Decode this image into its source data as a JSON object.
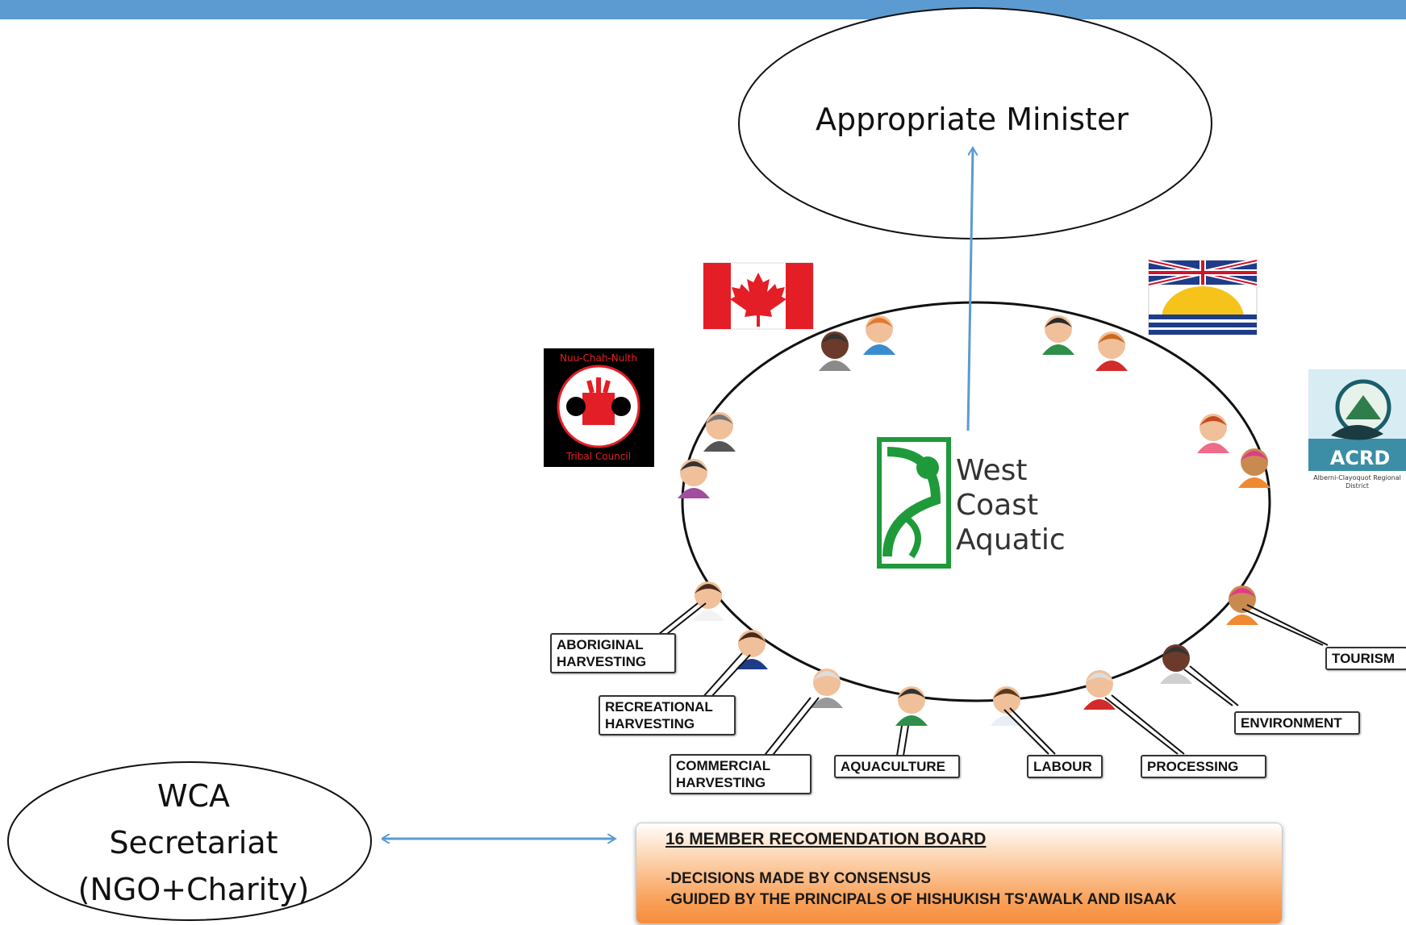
{
  "minister": {
    "label": "Appropriate Minister"
  },
  "secretariat": {
    "lines": [
      "WCA",
      "Secretariat",
      "(NGO+Charity)"
    ]
  },
  "center_logo": {
    "lines": [
      "West",
      "Coast",
      "Aquatic"
    ]
  },
  "board": {
    "title": "16 MEMBER RECOMENDATION BOARD",
    "line1": "-DECISIONS MADE BY CONSENSUS",
    "line2": "-GUIDED BY THE PRINCIPALS OF HISHUKISH TS'AWALK AND IISAAK"
  },
  "sectors": {
    "aboriginal": "ABORIGINAL\nHARVESTING",
    "recreational": "RECREATIONAL\nHARVESTING",
    "commercial": "COMMERCIAL\nHARVESTING",
    "aquaculture": "AQUACULTURE",
    "labour": "LABOUR",
    "processing": "PROCESSING",
    "environment": "ENVIRONMENT",
    "tourism": "TOURISM"
  },
  "logos": {
    "nuu_chah_nulth": {
      "top": "Nuu-Chah-Nulth",
      "bottom": "Tribal Council"
    },
    "acrd": {
      "name": "ACRD",
      "sub": "Alberni-Clayoquot Regional District"
    }
  },
  "colors": {
    "topbar": "#5b9bd1",
    "arrow": "#5b9bd1",
    "board_orange": "#f58d3c",
    "wca_green": "#1f9a3a"
  }
}
